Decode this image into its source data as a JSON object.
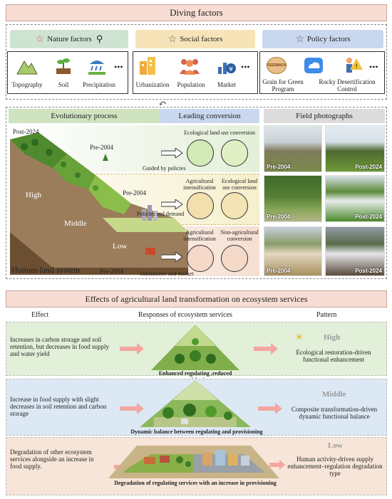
{
  "top": {
    "title": "Diving factors",
    "nature": {
      "header": "Nature factors",
      "items": [
        "Topography",
        "Soil",
        "Precipitation"
      ]
    },
    "social": {
      "header": "Social factors",
      "items": [
        "Urbanization",
        "Population",
        "Market"
      ]
    },
    "policy": {
      "header": "Policy factors",
      "items": [
        "Grain for Green Program",
        "Rocky Desertification Control"
      ],
      "badge": "FEEDBACK"
    }
  },
  "middle": {
    "evolutionary_title": "Evolutionary process",
    "conversion_title": "Leading conversion",
    "photos_title": "Field photographs",
    "post2024": "Post-2024",
    "pre2004": "Pre-2004",
    "zone_high": "High",
    "zone_middle": "Middle",
    "zone_low": "Low",
    "system_label": "Human-land system",
    "rows": [
      {
        "conv1": "Ecological land use conversion",
        "conv2": "",
        "driver": "Guided by policies"
      },
      {
        "conv1": "Agricultural intensification",
        "conv2": "Ecological land use conversion",
        "driver": "Policies and demand"
      },
      {
        "conv1": "Agricultural intensification",
        "conv2": "Non-agricultural conversion",
        "driver": "Subsistence and market"
      }
    ],
    "photo_pre": "Pre-2004",
    "photo_post": "Post-2024"
  },
  "bottom": {
    "title": "Effects of agricultural land transformation on ecosystem services",
    "col_effect": "Effect",
    "col_responses": "Responses of ecosystem services",
    "col_pattern": "Pattern",
    "rows": [
      {
        "effect": "Increases in carbon storage and soil retention, but decreases in food supply and water yield",
        "caption": "Enhanced regulating ,reduced provisioning",
        "level": "High",
        "pattern": "Ecological restoration-driven functional enhancement"
      },
      {
        "effect": "Increase in food supply with slight decreases in soil retention and carbon storage",
        "caption": "Dynamic balance between regulating and provisioning",
        "level": "Middle",
        "pattern": "Composite transformation-driven dynamic functional balance"
      },
      {
        "effect": "Degradation of other ecosystem services alongside an increase in food supply.",
        "caption": "Degradation of regulating services with an increase in provisioning",
        "level": "Low",
        "pattern": "Human activity-driven supply enhancement–regulation degradation type"
      }
    ]
  },
  "colors": {
    "nature": "#cfe3d2",
    "social": "#f6e4b8",
    "policy": "#c9d8ee",
    "row1": "#e2efd9",
    "row2": "#dde8f5",
    "row3": "#f6e5d8",
    "arrow": "#f4a6a0"
  }
}
